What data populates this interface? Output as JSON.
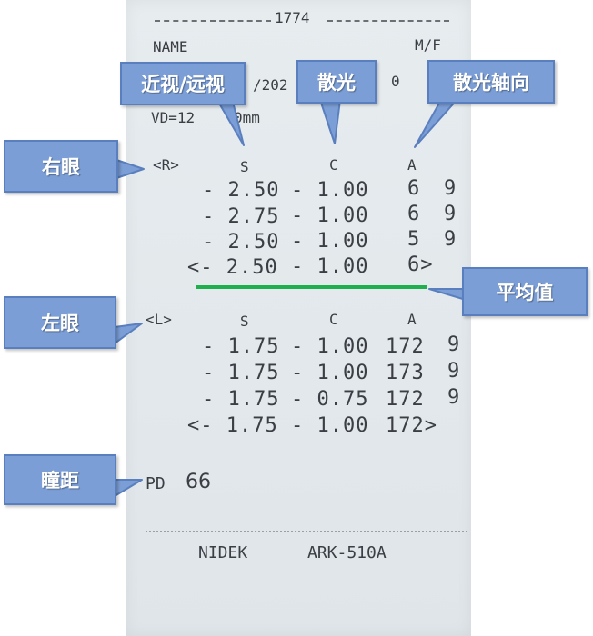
{
  "receipt": {
    "header_code": "1774",
    "name_label": "NAME",
    "mf_label": "M/F",
    "date_fragment": "/202",
    "time_fragment": "0",
    "vd_part1": "VD=12",
    "vd_part2": "0mm",
    "right_eye": {
      "label": "<R>",
      "col_s": "S",
      "col_c": "C",
      "col_a": "A",
      "rows": [
        {
          "s": "- 2.50",
          "c": "- 1.00",
          "a": "6",
          "x": "9"
        },
        {
          "s": "- 2.75",
          "c": "- 1.00",
          "a": "6",
          "x": "9"
        },
        {
          "s": "- 2.50",
          "c": "- 1.00",
          "a": "5",
          "x": "9"
        }
      ],
      "avg": {
        "s": "<- 2.50",
        "c": "- 1.00",
        "a": "6>"
      }
    },
    "left_eye": {
      "label": "<L>",
      "col_s": "S",
      "col_c": "C",
      "col_a": "A",
      "rows": [
        {
          "s": "- 1.75",
          "c": "- 1.00",
          "a": "172",
          "x": "9"
        },
        {
          "s": "- 1.75",
          "c": "- 1.00",
          "a": "173",
          "x": "9"
        },
        {
          "s": "- 1.75",
          "c": "- 0.75",
          "a": "172",
          "x": "9"
        }
      ],
      "avg": {
        "s": "<- 1.75",
        "c": "- 1.00",
        "a": "172>"
      }
    },
    "pd_label": "PD",
    "pd_value": "66",
    "brand": "NIDEK",
    "model": "ARK-510A"
  },
  "annotations": {
    "sphere": "近视/远视",
    "cylinder": "散光",
    "axis": "散光轴向",
    "right_eye": "右眼",
    "average": "平均值",
    "left_eye": "左眼",
    "pd": "瞳距"
  },
  "colors": {
    "callout_fill": "#7b9ed6",
    "average_line": "#1fb04e",
    "print_ink": "#3b3f45"
  }
}
